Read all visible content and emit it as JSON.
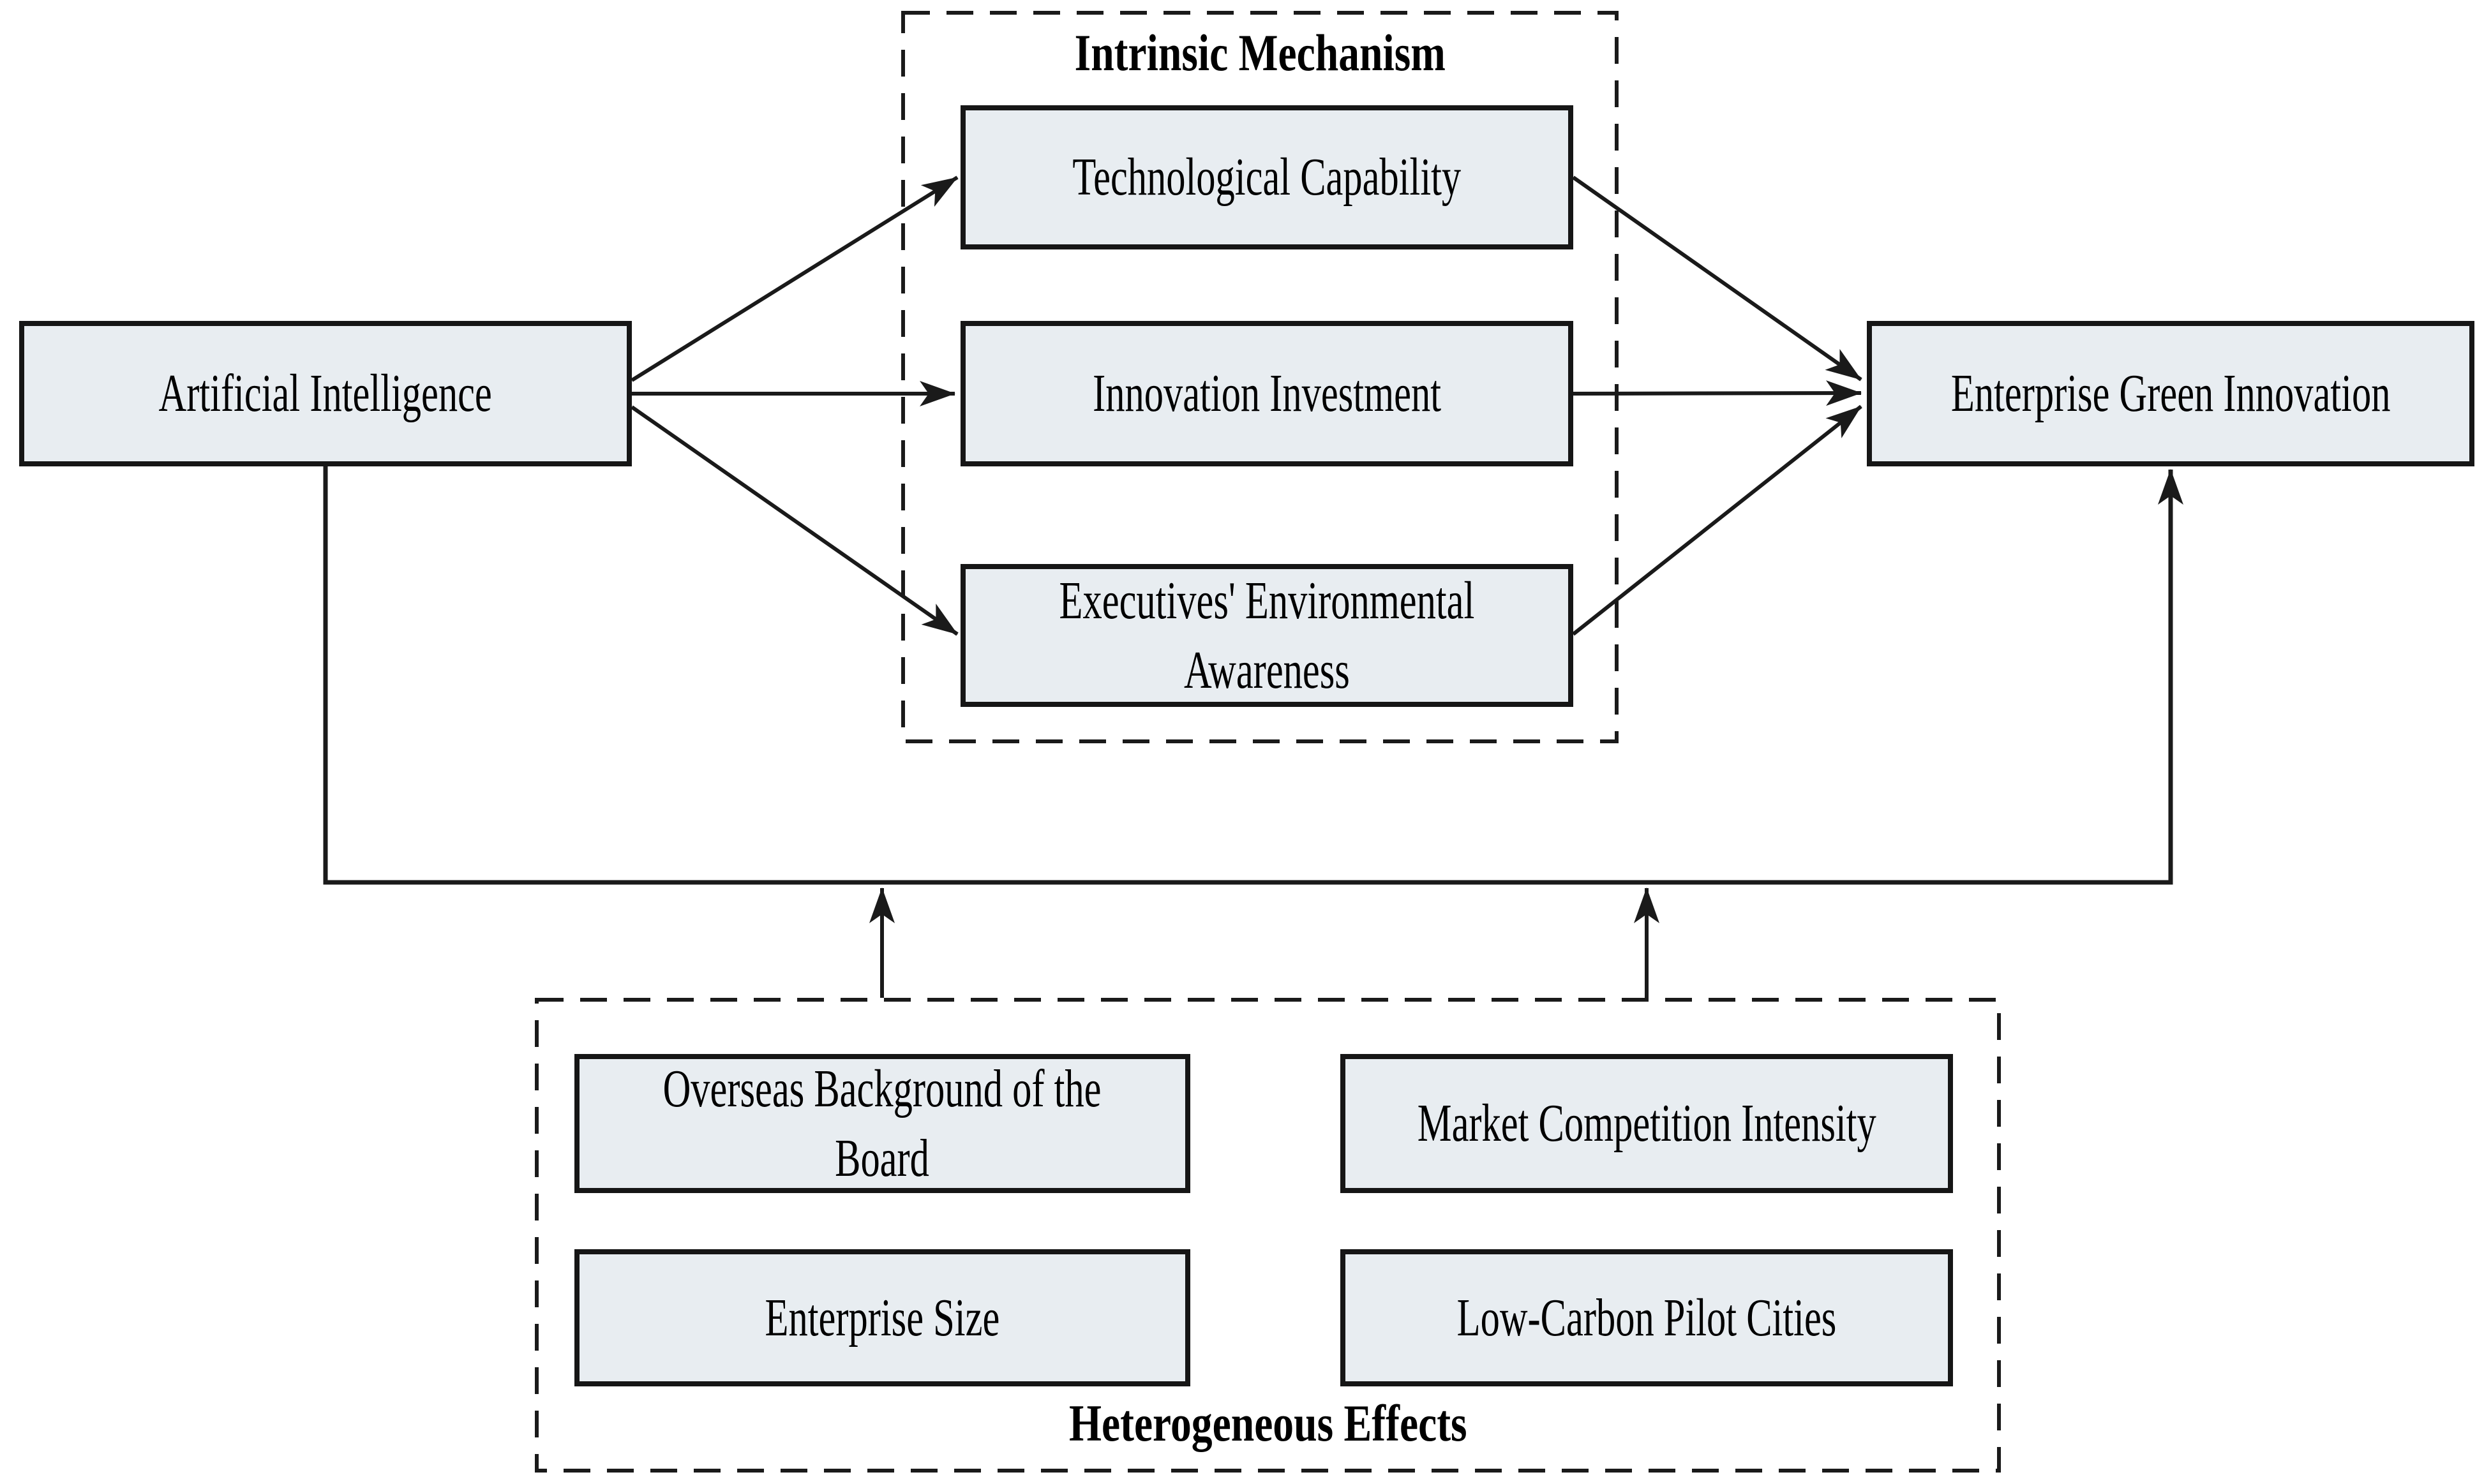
{
  "diagram": {
    "nodes": {
      "ai": {
        "label": "Artificial Intelligence"
      },
      "tc": {
        "label": "Technological Capability"
      },
      "ii": {
        "label": "Innovation Investment"
      },
      "eea": {
        "lines": [
          "Executives' Environmental",
          "Awareness"
        ]
      },
      "egi": {
        "label": "Enterprise Green Innovation"
      },
      "obb": {
        "lines": [
          "Overseas Background of the",
          "Board"
        ]
      },
      "mci": {
        "label": "Market Competition Intensity"
      },
      "es": {
        "label": "Enterprise Size"
      },
      "lcpc": {
        "label": "Low-Carbon Pilot Cities"
      }
    },
    "groups": {
      "intrinsic": {
        "title": "Intrinsic Mechanism"
      },
      "heterogeneous": {
        "title": "Heterogeneous Effects"
      }
    },
    "edges": [
      {
        "from": "ai",
        "to": "tc",
        "style": "arrow"
      },
      {
        "from": "ai",
        "to": "ii",
        "style": "arrow"
      },
      {
        "from": "ai",
        "to": "eea",
        "style": "arrow"
      },
      {
        "from": "tc",
        "to": "egi",
        "style": "arrow"
      },
      {
        "from": "ii",
        "to": "egi",
        "style": "arrow"
      },
      {
        "from": "eea",
        "to": "egi",
        "style": "arrow"
      },
      {
        "from": "ai",
        "to": "egi",
        "style": "arrow-elbow-bottom"
      },
      {
        "from": "heterogeneous-group",
        "to": "ai-egi-direct-path",
        "style": "arrow-moderator-left"
      },
      {
        "from": "heterogeneous-group",
        "to": "ai-egi-direct-path",
        "style": "arrow-moderator-right"
      }
    ],
    "colors": {
      "background": "#FFFFFF",
      "node_fill": "#E8EDF1",
      "node_border": "#161616",
      "line": "#1A1A1A",
      "text": "#000000"
    }
  }
}
